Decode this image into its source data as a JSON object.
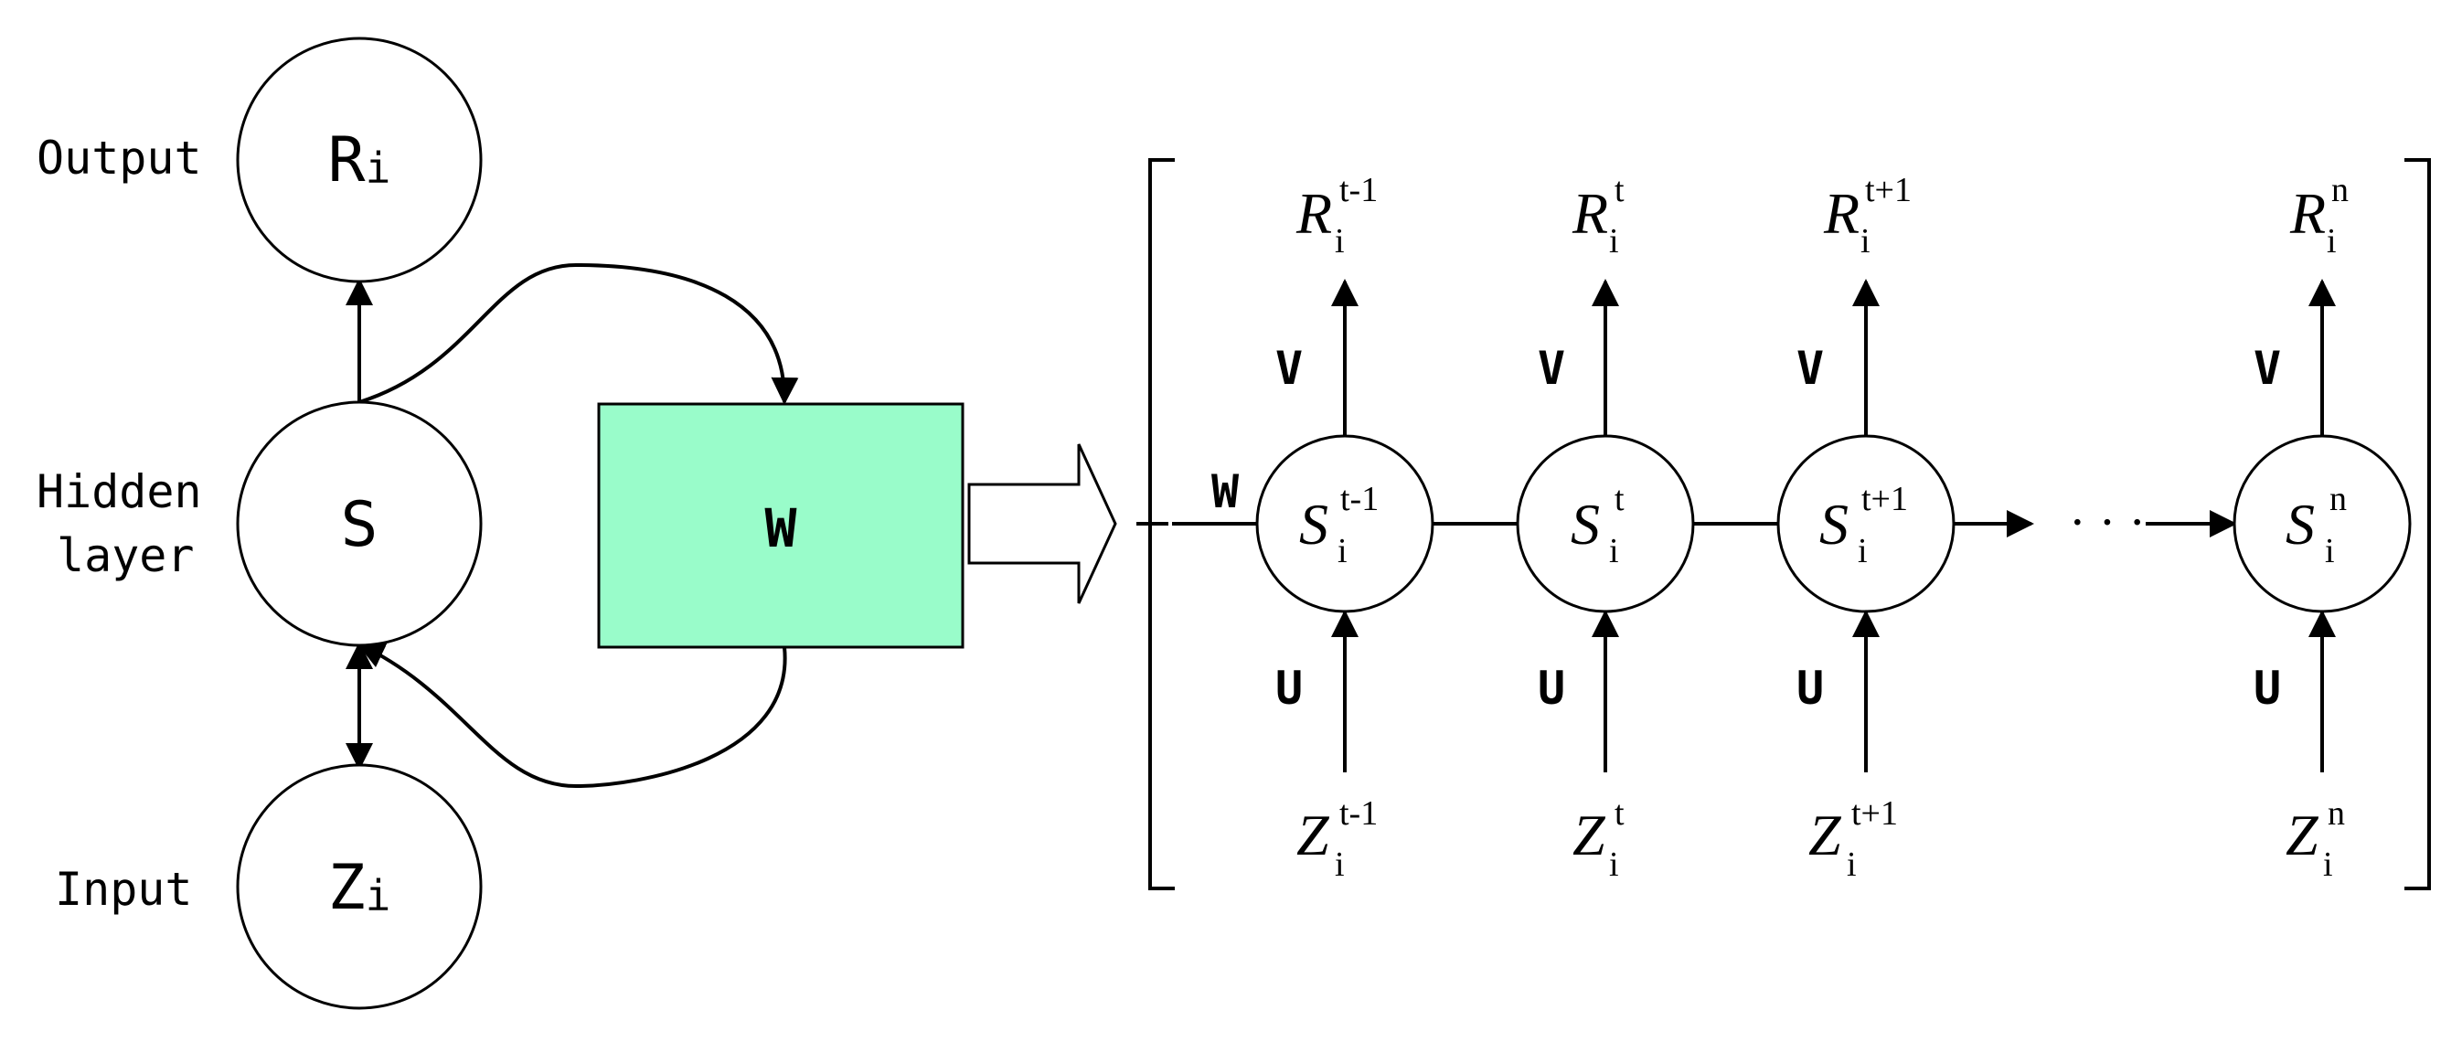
{
  "colors": {
    "w_box_fill": "#99fcca",
    "line": "#000000",
    "background": "#ffffff"
  },
  "left": {
    "labels": {
      "output": "Output",
      "hidden_line1": "Hidden",
      "hidden_line2": "layer",
      "input": "Input"
    },
    "nodes": {
      "output": {
        "main": "R",
        "sub": "i"
      },
      "hidden": {
        "main": "S"
      },
      "input": {
        "main": "Z",
        "sub": "i"
      }
    },
    "w_box": "W"
  },
  "unrolled": {
    "w_label": "W",
    "ellipsis": "· · ·",
    "steps": [
      {
        "s": "S",
        "r": "R",
        "z": "Z",
        "sub": "i",
        "sup": "t-1",
        "v": "V",
        "u": "U"
      },
      {
        "s": "S",
        "r": "R",
        "z": "Z",
        "sub": "i",
        "sup": "t",
        "v": "V",
        "u": "U"
      },
      {
        "s": "S",
        "r": "R",
        "z": "Z",
        "sub": "i",
        "sup": "t+1",
        "v": "V",
        "u": "U"
      },
      {
        "s": "S",
        "r": "R",
        "z": "Z",
        "sub": "i",
        "sup": "n",
        "v": "V",
        "u": "U"
      }
    ]
  }
}
